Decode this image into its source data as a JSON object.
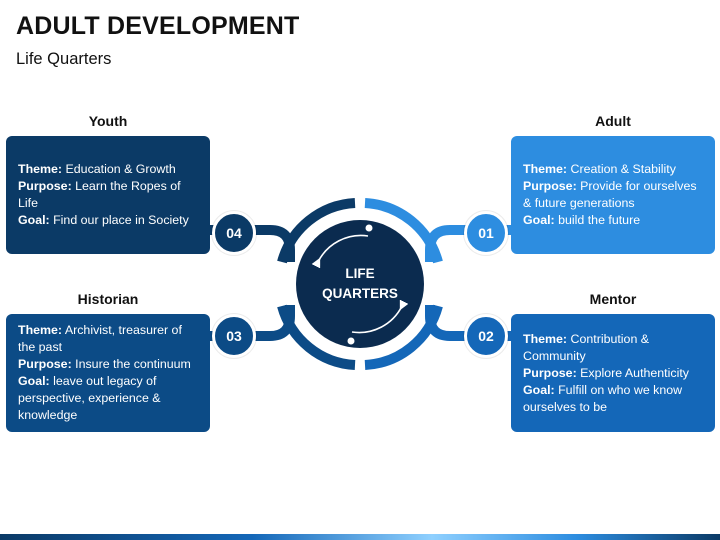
{
  "page": {
    "title": "ADULT DEVELOPMENT",
    "subtitle": "Life Quarters"
  },
  "center": {
    "line1": "LIFE",
    "line2": "QUARTERS"
  },
  "quarters": [
    {
      "key": "youth",
      "number": "04",
      "heading": "Youth",
      "color": "#0b3a66",
      "lines": [
        {
          "label": "Theme:",
          "text": " Education & Growth"
        },
        {
          "label": "Purpose:",
          "text": " Learn the Ropes of"
        },
        {
          "label": "",
          "text": "Life"
        },
        {
          "label": "Goal:",
          "text": " Find our place in Society"
        }
      ]
    },
    {
      "key": "adult",
      "number": "01",
      "heading": "Adult",
      "color": "#2d8de0",
      "lines": [
        {
          "label": "Theme:",
          "text": " Creation & Stability"
        },
        {
          "label": "Purpose:",
          "text": " Provide for ourselves"
        },
        {
          "label": "",
          "text": "& future generations"
        },
        {
          "label": "Goal:",
          "text": " build the future"
        }
      ]
    },
    {
      "key": "historian",
      "number": "03",
      "heading": "Historian",
      "color": "#0c4b86",
      "lines": [
        {
          "label": "Theme:",
          "text": " Archivist, treasurer of"
        },
        {
          "label": "",
          "text": "the past"
        },
        {
          "label": "Purpose:",
          "text": " Insure the continuum"
        },
        {
          "label": "Goal:",
          "text": " leave out legacy of"
        },
        {
          "label": "",
          "text": "perspective, experience &"
        },
        {
          "label": "",
          "text": "knowledge"
        }
      ]
    },
    {
      "key": "mentor",
      "number": "02",
      "heading": "Mentor",
      "color": "#1467b8",
      "lines": [
        {
          "label": "Theme:",
          "text": " Contribution &"
        },
        {
          "label": "",
          "text": "Community"
        },
        {
          "label": "Purpose:",
          "text": " Explore Authenticity"
        },
        {
          "label": "Goal:",
          "text": " Fulfill on who we know"
        },
        {
          "label": "",
          "text": "ourselves to be"
        }
      ]
    }
  ],
  "colors": {
    "center_fill": "#0b2b4f",
    "ring": "#ffffff"
  }
}
